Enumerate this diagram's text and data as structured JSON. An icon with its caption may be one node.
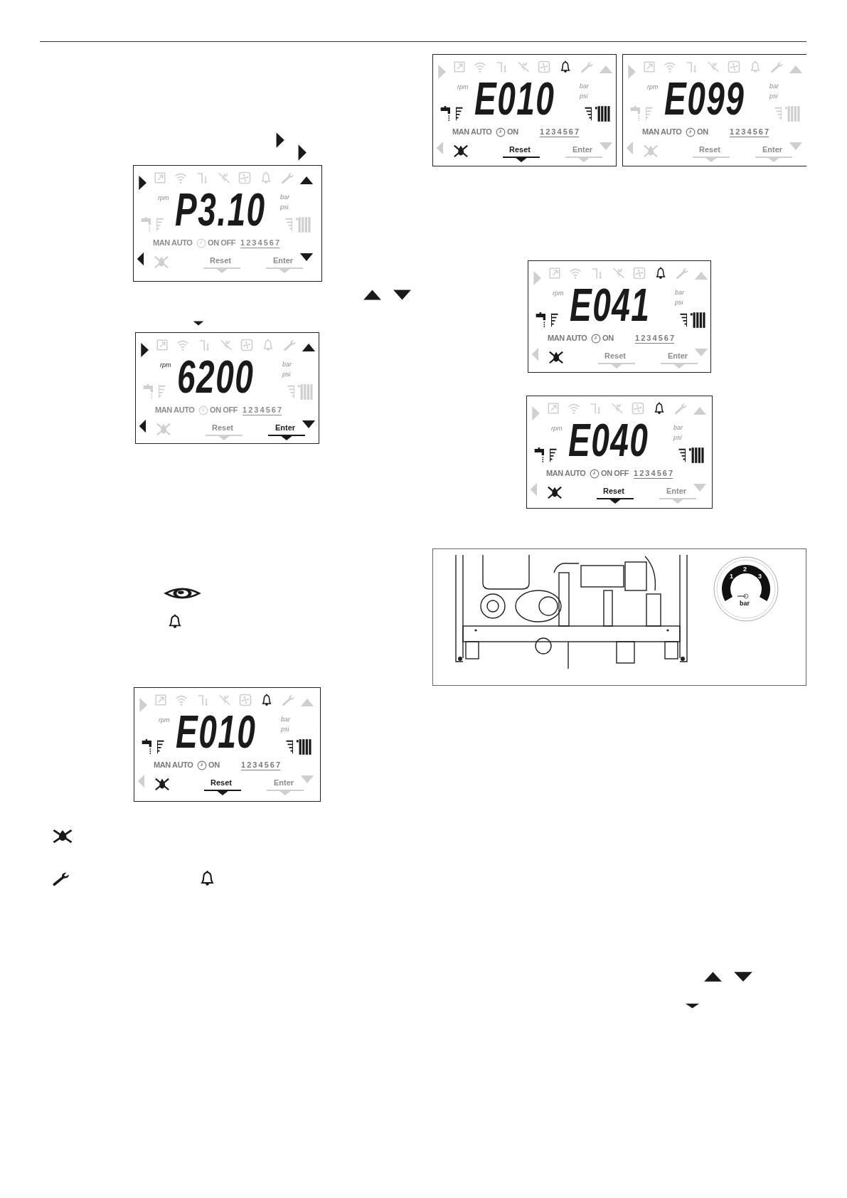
{
  "diagram": {
    "nodes": [
      {
        "text": [
          "rpm",
          "P3.10",
          "bar",
          "psi",
          "MAN AUTO",
          "ON OFF",
          "1 2 3 4 5 6 7",
          "Reset",
          "Enter"
        ]
      },
      {
        "text": [
          "rpm",
          "6200",
          "bar",
          "psi",
          "MAN AUTO",
          "ON OFF",
          "1 2 3 4 5 6 7",
          "Reset",
          "Enter"
        ]
      },
      {
        "text": [
          "rpm",
          "E010",
          "bar",
          "psi",
          "MAN AUTO",
          "ON",
          "1 2 3 4 5 6 7",
          "Reset",
          "Enter"
        ]
      },
      {
        "text": [
          "rpm",
          "E010",
          "bar",
          "psi",
          "MAN AUTO",
          "ON",
          "1 2 3 4 5 6 7",
          "Reset",
          "Enter"
        ]
      },
      {
        "text": [
          "rpm",
          "E099",
          "bar",
          "psi",
          "MAN AUTO",
          "ON",
          "1 2 3 4 5 6 7",
          "Reset",
          "Enter"
        ]
      },
      {
        "text": [
          "rpm",
          "E041",
          "bar",
          "psi",
          "MAN AUTO",
          "ON",
          "1 2 3 4 5 6 7",
          "Reset",
          "Enter"
        ]
      },
      {
        "text": [
          "rpm",
          "E040",
          "bar",
          "psi",
          "MAN AUTO",
          "ON OFF",
          "1 2 3 4 5 6 7",
          "Reset",
          "Enter"
        ]
      }
    ],
    "labels": [
      "1",
      "2",
      "3",
      "bar"
    ]
  }
}
